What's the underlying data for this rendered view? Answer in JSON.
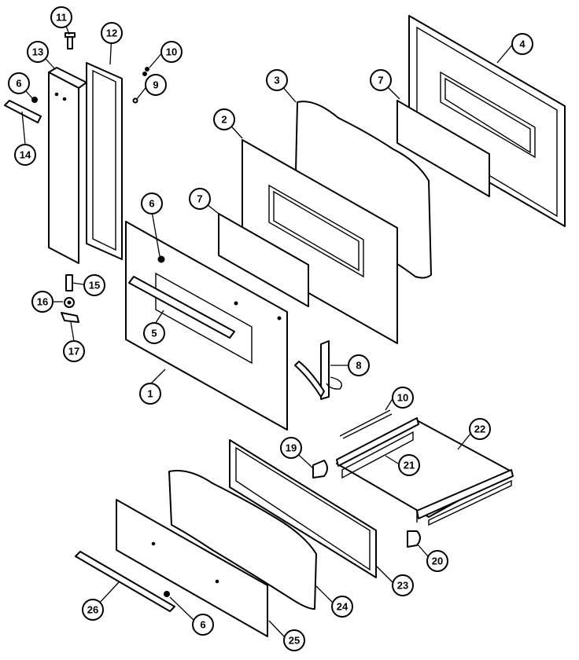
{
  "callouts": [
    {
      "id": "c1",
      "label": "1"
    },
    {
      "id": "c2",
      "label": "2"
    },
    {
      "id": "c3",
      "label": "3"
    },
    {
      "id": "c4",
      "label": "4"
    },
    {
      "id": "c5",
      "label": "5"
    },
    {
      "id": "c6a",
      "label": "6"
    },
    {
      "id": "c6b",
      "label": "6"
    },
    {
      "id": "c6c",
      "label": "6"
    },
    {
      "id": "c7a",
      "label": "7"
    },
    {
      "id": "c7b",
      "label": "7"
    },
    {
      "id": "c8",
      "label": "8"
    },
    {
      "id": "c9",
      "label": "9"
    },
    {
      "id": "c10a",
      "label": "10"
    },
    {
      "id": "c10b",
      "label": "10"
    },
    {
      "id": "c11",
      "label": "11"
    },
    {
      "id": "c12",
      "label": "12"
    },
    {
      "id": "c13",
      "label": "13"
    },
    {
      "id": "c14",
      "label": "14"
    },
    {
      "id": "c15",
      "label": "15"
    },
    {
      "id": "c16",
      "label": "16"
    },
    {
      "id": "c17",
      "label": "17"
    },
    {
      "id": "c19",
      "label": "19"
    },
    {
      "id": "c20",
      "label": "20"
    },
    {
      "id": "c21",
      "label": "21"
    },
    {
      "id": "c22",
      "label": "22"
    },
    {
      "id": "c23",
      "label": "23"
    },
    {
      "id": "c24",
      "label": "24"
    },
    {
      "id": "c25",
      "label": "25"
    },
    {
      "id": "c26",
      "label": "26"
    }
  ]
}
